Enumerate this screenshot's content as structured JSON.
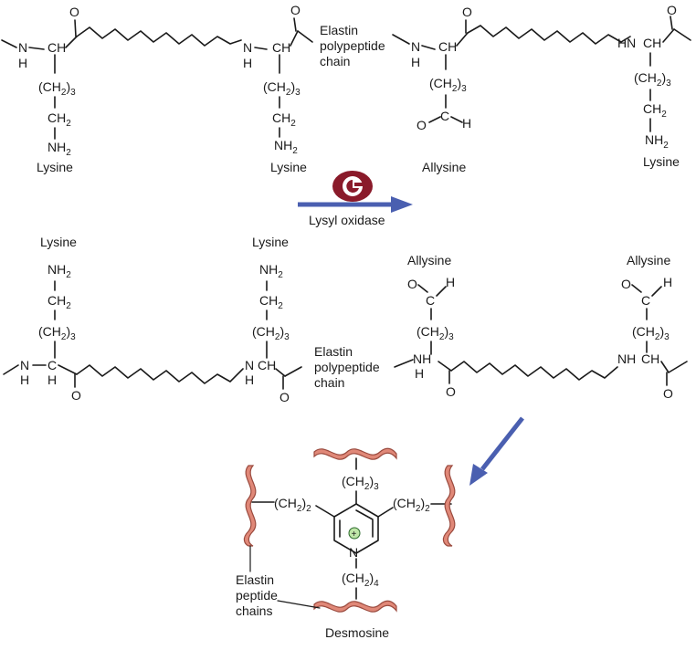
{
  "labels": {
    "lysine": "Lysine",
    "allysine": "Allysine",
    "elastin_chain_line1": "Elastin",
    "elastin_chain_line2": "polypeptide",
    "elastin_chain_line3": "chain",
    "enzyme": "Lysyl oxidase",
    "elastin_peptide_line1": "Elastin",
    "elastin_peptide_line2": "peptide",
    "elastin_peptide_line3": "chains",
    "desmosine": "Desmosine"
  },
  "atoms": {
    "O": "O",
    "N": "N",
    "H": "H",
    "C": "C",
    "CH": "CH",
    "NH": "NH",
    "HN": "HN",
    "CH2": "CH",
    "NH2": "NH",
    "paren_ch2_open": "(CH",
    "paren_close": ")",
    "sub2": "2",
    "sub3": "3",
    "sub4": "4",
    "plus": "+"
  },
  "colors": {
    "arrow": "#4a5fb0",
    "enzyme_badge": "#8a1a2a",
    "chain": "#e08878",
    "plus_badge": "#bfe6a8"
  },
  "icons": {
    "enzyme": "lysyl-oxidase-enzyme-icon",
    "reaction_arrow": "reaction-arrow",
    "chain": "peptide-chain-wave"
  }
}
